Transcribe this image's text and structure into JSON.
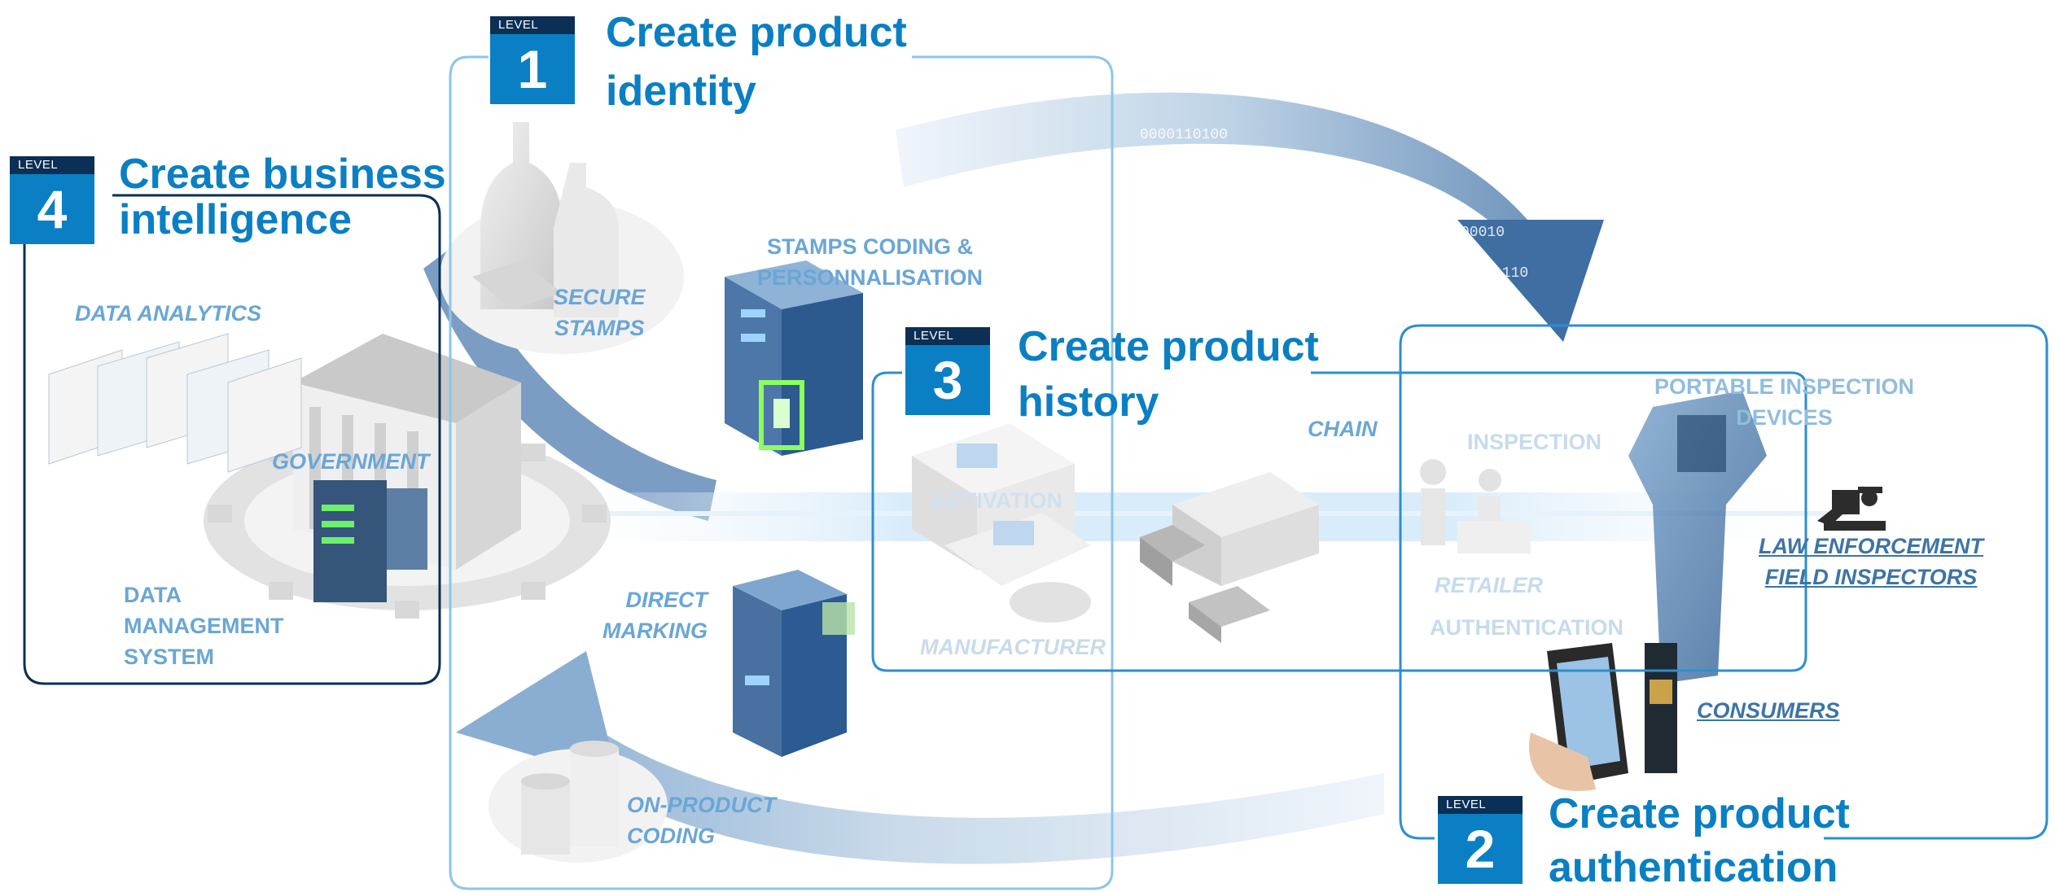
{
  "levels": [
    {
      "id": "l1",
      "cap": "LEVEL",
      "number": "1",
      "title_line1": "Create product",
      "title_line2": "identity"
    },
    {
      "id": "l2",
      "cap": "LEVEL",
      "number": "2",
      "title_line1": "Create product",
      "title_line2": "authentication"
    },
    {
      "id": "l3",
      "cap": "LEVEL",
      "number": "3",
      "title_line1": "Create product",
      "title_line2": "history"
    },
    {
      "id": "l4",
      "cap": "LEVEL",
      "number": "4",
      "title_line1": "Create business",
      "title_line2": "intelligence"
    }
  ],
  "labels": {
    "data_analytics": "DATA ANALYTICS",
    "government": "GOVERNMENT",
    "data_management_system": "DATA\nMANAGEMENT\nSYSTEM",
    "secure_stamps": "SECURE\nSTAMPS",
    "stamps_coding": "STAMPS CODING &\nPERSONNALISATION",
    "direct_marking": "DIRECT\nMARKING",
    "on_product_coding": "ON-PRODUCT\nCODING",
    "activation": "ACTIVATION",
    "manufacturer": "MANUFACTURER",
    "chain": "CHAIN",
    "inspection": "INSPECTION",
    "retailer": "RETAILER",
    "authentication": "AUTHENTICATION",
    "portable_inspection_devices": "PORTABLE INSPECTION\nDEVICES",
    "law_enforcement": "LAW ENFORCEMENT\nFIELD INSPECTORS",
    "consumers": "CONSUMERS"
  },
  "colors": {
    "accent": "#0a7fc3",
    "badge_cap": "#0b2f55",
    "frame_dark": "#0b2f55",
    "frame_light": "#8ec5ea",
    "frame_blue": "#2b8fd0",
    "label_light": "#9fc6e4",
    "label_dark": "#3d74a7"
  },
  "icons": [
    "cycle-arrow-icon",
    "binary-stream-arrow-icon",
    "law-enforcement-officer-icon"
  ]
}
